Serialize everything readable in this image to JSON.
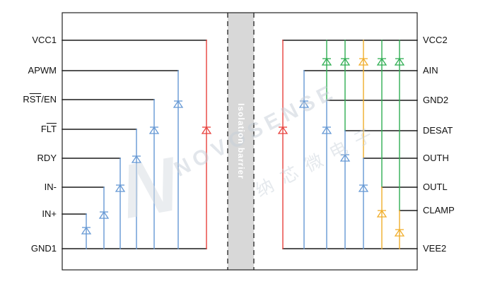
{
  "colors": {
    "wire": "#1a1a1a",
    "diode_blue": "#6598d4",
    "diode_green": "#2fad52",
    "diode_orange": "#f0ad2a",
    "diode_red": "#e8413d",
    "barrier_fill": "#d8d8d8"
  },
  "barrier": {
    "label": "Isolation barrier"
  },
  "watermark": {
    "brand": "NOVOSENSE",
    "brand_cn": "纳芯微电子",
    "logo": "N"
  },
  "pins_left": [
    {
      "pre": "VCC1",
      "over": "",
      "post": ""
    },
    {
      "pre": "APWM",
      "over": "",
      "post": ""
    },
    {
      "pre": "R",
      "over": "ST",
      "post": "/EN"
    },
    {
      "pre": "F",
      "over": "LT",
      "post": ""
    },
    {
      "pre": "RDY",
      "over": "",
      "post": ""
    },
    {
      "pre": "IN-",
      "over": "",
      "post": ""
    },
    {
      "pre": "IN+",
      "over": "",
      "post": ""
    },
    {
      "pre": "GND1",
      "over": "",
      "post": ""
    }
  ],
  "pins_right": [
    {
      "pre": "VCC2",
      "over": "",
      "post": ""
    },
    {
      "pre": "AIN",
      "over": "",
      "post": ""
    },
    {
      "pre": "GND2",
      "over": "",
      "post": ""
    },
    {
      "pre": "DESAT",
      "over": "",
      "post": ""
    },
    {
      "pre": "OUTH",
      "over": "",
      "post": ""
    },
    {
      "pre": "OUTL",
      "over": "",
      "post": ""
    },
    {
      "pre": "CLAMP",
      "over": "",
      "post": ""
    },
    {
      "pre": "VEE2",
      "over": "",
      "post": ""
    }
  ]
}
